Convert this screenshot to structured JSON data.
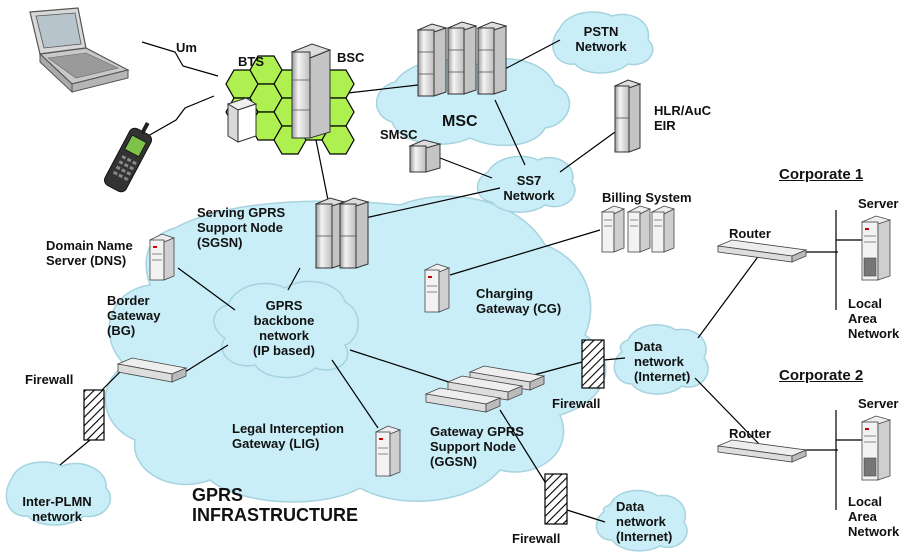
{
  "labels": {
    "um": "Um",
    "bts": "BTS",
    "bsc": "BSC",
    "msc": "MSC",
    "pstn_line1": "PSTN",
    "pstn_line2": "Network",
    "hlr_line1": "HLR/AuC",
    "hlr_line2": "EIR",
    "smsc": "SMSC",
    "ss7_line1": "SS7",
    "ss7_line2": "Network",
    "sgsn_line1": "Serving GPRS",
    "sgsn_line2": "Support Node",
    "sgsn_line3": "(SGSN)",
    "billing": "Billing System",
    "dns_line1": "Domain Name",
    "dns_line2": "Server (DNS)",
    "bg_line1": "Border",
    "bg_line2": "Gateway",
    "bg_line3": "(BG)",
    "backbone_line1": "GPRS",
    "backbone_line2": "backbone",
    "backbone_line3": "network",
    "backbone_line4": "(IP based)",
    "cg_line1": "Charging",
    "cg_line2": "Gateway (CG)",
    "firewall_left": "Firewall",
    "firewall_mid": "Firewall",
    "firewall_bottom": "Firewall",
    "data1_line1": "Data",
    "data1_line2": "network",
    "data1_line3": "(Internet)",
    "data2_line1": "Data",
    "data2_line2": "network",
    "data2_line3": "(Internet)",
    "lig_line1": "Legal Interception",
    "lig_line2": "Gateway (LIG)",
    "ggsn_line1": "Gateway GPRS",
    "ggsn_line2": "Support Node",
    "ggsn_line3": "(GGSN)",
    "infra_line1": "GPRS",
    "infra_line2": "INFRASTRUCTURE",
    "interplmn_line1": "Inter-PLMN",
    "interplmn_line2": "network",
    "corp1": "Corporate 1",
    "corp2": "Corporate 2",
    "router1": "Router",
    "router2": "Router",
    "server1": "Server",
    "server2": "Server",
    "lan1_line1": "Local",
    "lan1_line2": "Area",
    "lan1_line3": "Network",
    "lan2_line1": "Local",
    "lan2_line2": "Area",
    "lan2_line3": "Network"
  },
  "colors": {
    "cloud_fill": "#c9eef7",
    "cloud_stroke": "#9ccbd8",
    "hex_fill": "#aef050",
    "line": "#000000"
  }
}
